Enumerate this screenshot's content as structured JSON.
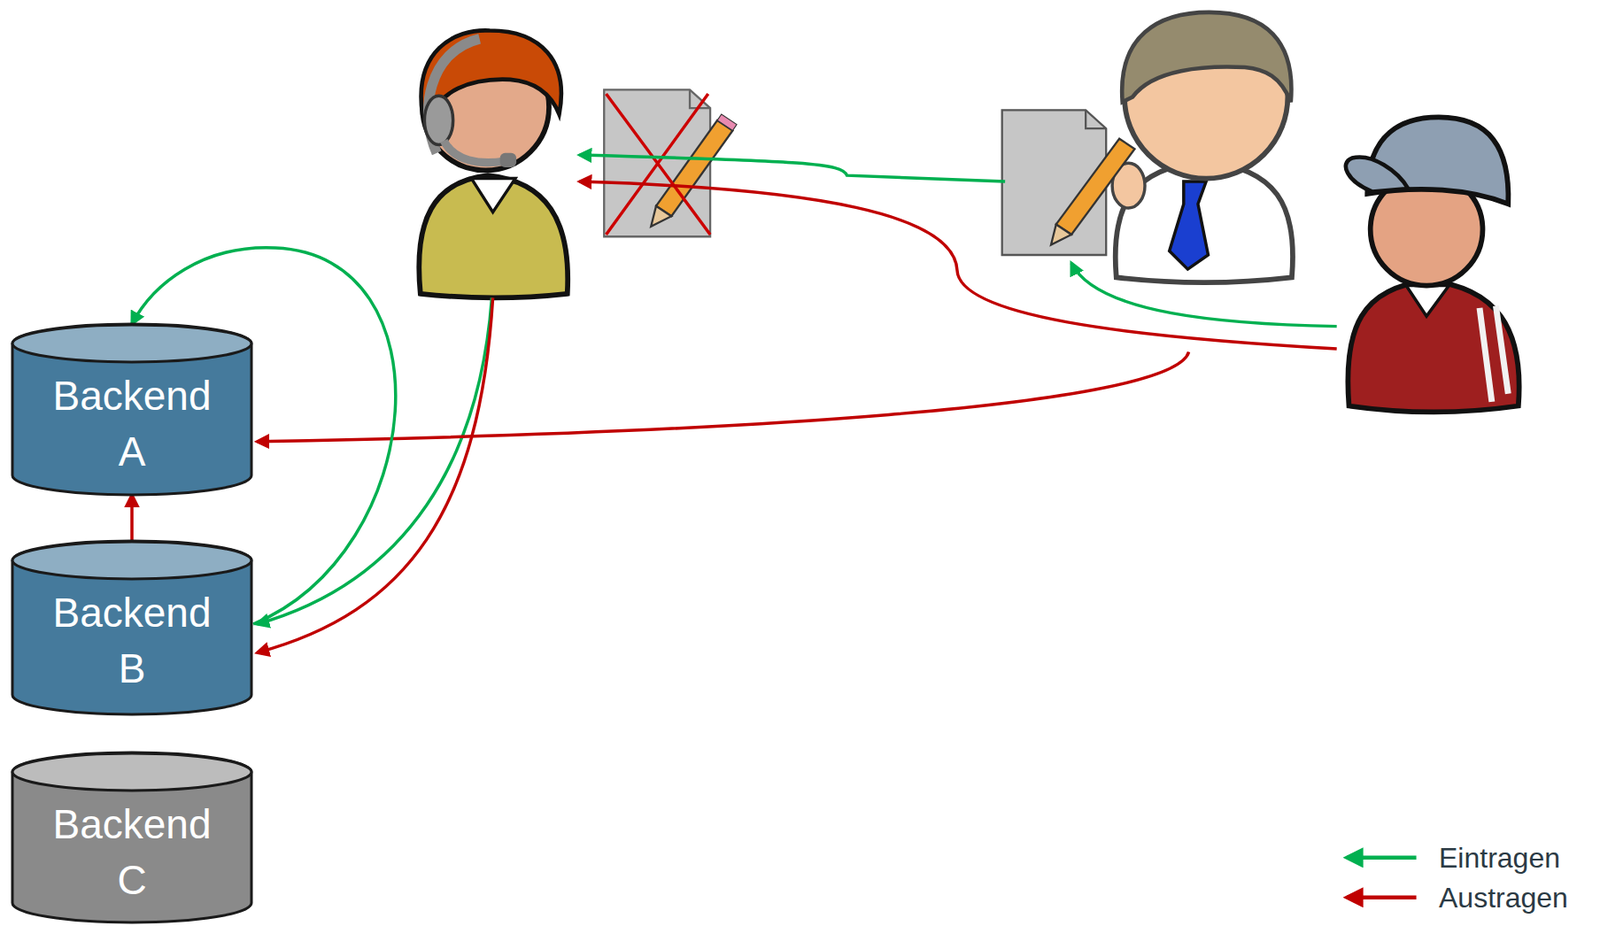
{
  "diagram": {
    "nodes": [
      {
        "text": [
          "Backend A"
        ]
      },
      {
        "text": [
          "Backend B"
        ]
      },
      {
        "text": [
          "Backend C"
        ]
      }
    ],
    "edges": [
      {
        "from": 1,
        "to": 0,
        "arrow": "to"
      },
      {
        "from": 1,
        "to": 0,
        "arrow": "to"
      }
    ],
    "legend": [
      {
        "text": "Eintragen"
      },
      {
        "text": "Austragen"
      }
    ]
  }
}
